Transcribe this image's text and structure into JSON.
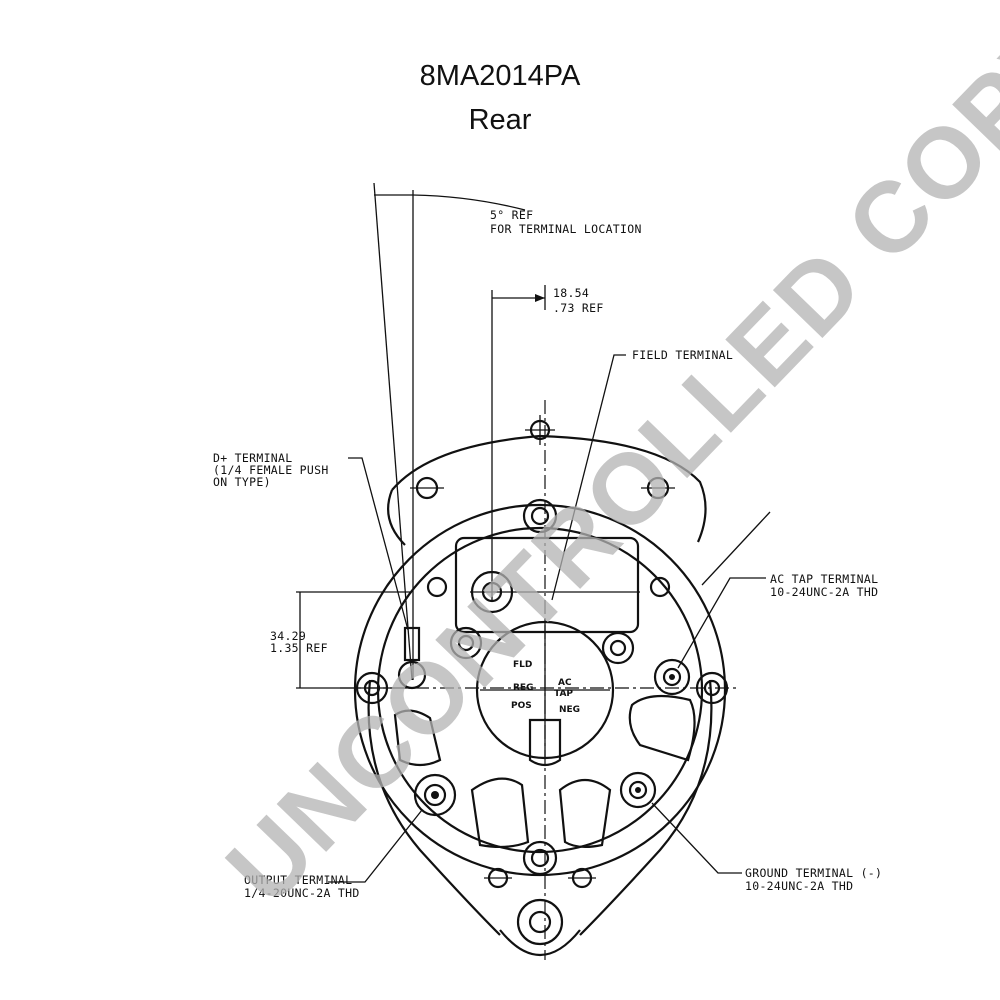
{
  "title": "8MA2014PA",
  "subtitle": "Rear",
  "annotations": {
    "ref_angle_1": "5° REF",
    "ref_angle_2": "FOR TERMINAL LOCATION",
    "dim_top_1": "18.54",
    "dim_top_2": ".73 REF",
    "field_terminal": "FIELD TERMINAL",
    "d_terminal_1": "D+ TERMINAL",
    "d_terminal_2": "(1/4 FEMALE PUSH",
    "d_terminal_3": "ON TYPE)",
    "dim_left_1": "34.29",
    "dim_left_2": "1.35 REF",
    "ac_tap_1": "AC TAP TERMINAL",
    "ac_tap_2": "10-24UNC-2A THD",
    "output_1": "OUTPUT TERMINAL",
    "output_2": "1/4-20UNC-2A THD",
    "ground_1": "GROUND TERMINAL (-)",
    "ground_2": "10-24UNC-2A THD"
  },
  "regulator_ports": {
    "fld": "FLD",
    "reg": "REG",
    "ac": "AC",
    "tap": "TAP",
    "pos": "POS",
    "neg": "NEG"
  },
  "watermark": "UNCONTROLLED COPY"
}
